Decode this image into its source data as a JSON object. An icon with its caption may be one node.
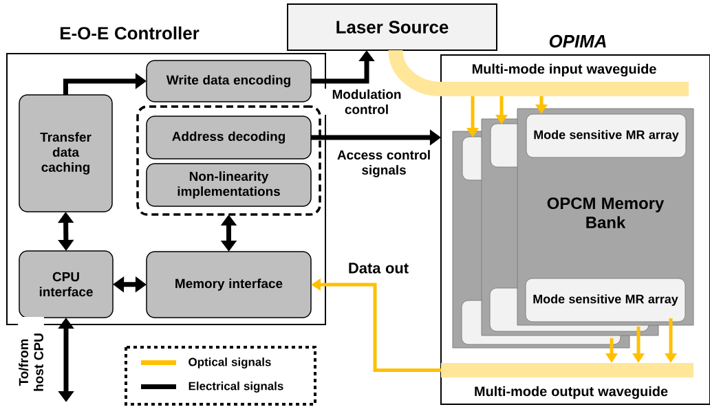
{
  "diagram": {
    "nodes": [
      {
        "text": [
          "E-O-E Controller"
        ]
      },
      {
        "text": [
          "Write data encoding"
        ],
        "in": 0
      },
      {
        "text": [
          "Transfer data caching"
        ],
        "in": 0
      },
      {
        "text": [],
        "shape": "box",
        "in": 0
      },
      {
        "text": [
          "Address decoding"
        ],
        "in": 3
      },
      {
        "text": [
          "Non-linearity implementations"
        ],
        "in": 3
      },
      {
        "text": [
          "CPU interface"
        ],
        "in": 0
      },
      {
        "text": [
          "Memory interface"
        ],
        "in": 0
      },
      {
        "text": [
          "Laser Source"
        ]
      },
      {
        "text": [
          "OPIMA"
        ]
      },
      {
        "text": [
          "Multi-mode input waveguide"
        ],
        "in": 9
      },
      {
        "text": [],
        "shape": "box",
        "in": 9
      },
      {
        "text": [],
        "shape": "box",
        "in": 9
      },
      {
        "text": [
          "OPCM Memory Bank"
        ],
        "in": 9
      },
      {
        "text": [
          "Mode sensitive MR array"
        ],
        "in": 13
      },
      {
        "text": [
          "Mode sensitive MR array"
        ],
        "in": 13
      },
      {
        "text": [
          "Multi-mode output waveguide"
        ],
        "in": 9
      }
    ],
    "edges": [
      {
        "from": 2,
        "to": 1,
        "arrow": "to"
      },
      {
        "from": 1,
        "to": 8,
        "arrow": "to",
        "label": "Modulation control"
      },
      {
        "from": 4,
        "to": 9,
        "arrow": "to",
        "label": "Access control signals"
      },
      {
        "from": 2,
        "to": 6,
        "arrow": "both"
      },
      {
        "from": 3,
        "to": 7,
        "arrow": "both"
      },
      {
        "from": 6,
        "to": 7,
        "arrow": "both"
      },
      {
        "from": 6,
        "to": null,
        "arrow": "both",
        "label": "To/from host CPU"
      },
      {
        "from": 16,
        "to": 7,
        "arrow": "to",
        "label": "Data out",
        "color": "#ffc000"
      },
      {
        "from": 8,
        "to": 10,
        "arrow": "none",
        "style": "thick",
        "color": "#ffe699"
      },
      {
        "from": 10,
        "to": 11,
        "arrow": "to",
        "color": "#ffc000"
      },
      {
        "from": 10,
        "to": 12,
        "arrow": "to",
        "color": "#ffc000"
      },
      {
        "from": 10,
        "to": 14,
        "arrow": "to",
        "color": "#ffc000"
      },
      {
        "from": 11,
        "to": 16,
        "arrow": "to",
        "color": "#ffc000"
      },
      {
        "from": 12,
        "to": 16,
        "arrow": "to",
        "color": "#ffc000"
      },
      {
        "from": 15,
        "to": 16,
        "arrow": "to",
        "color": "#ffc000"
      }
    ],
    "legend": [
      {
        "text": "Optical signals",
        "color": "#ffc000"
      },
      {
        "text": "Electrical signals",
        "color": "#000000"
      }
    ]
  }
}
